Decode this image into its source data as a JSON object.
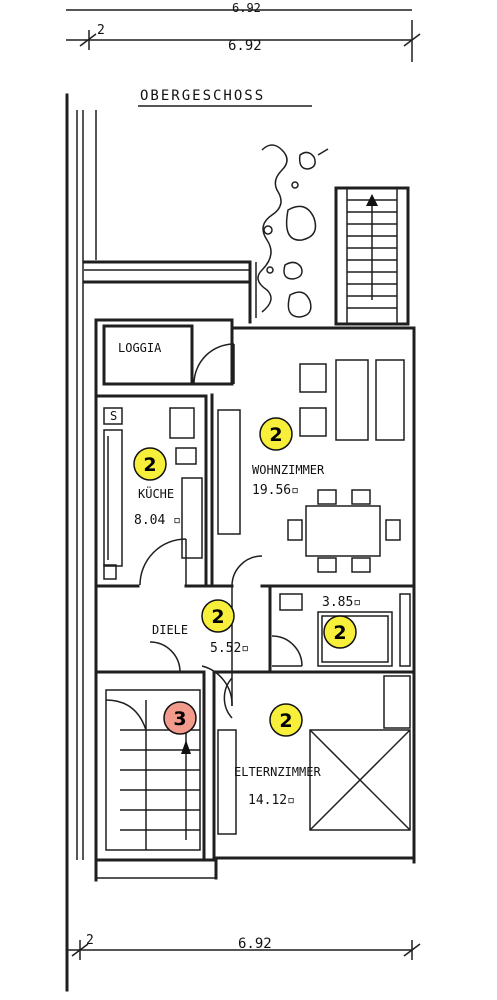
{
  "drawing": {
    "title": "OBERGESCHOSS",
    "dim_top_label": "6.92",
    "dim_top_side": "2",
    "dim_top_cut": "6.92",
    "dim_bottom_label": "6.92",
    "dim_bottom_side": "2",
    "marker_s": "S"
  },
  "rooms": {
    "loggia": {
      "label": "LOGGIA"
    },
    "kueche": {
      "label": "KÜCHE",
      "area": "8.04 ▫"
    },
    "wohnzimmer": {
      "label": "WOHNZIMMER",
      "area": "19.56▫"
    },
    "diele": {
      "label": "DIELE",
      "area": "5.52▫"
    },
    "bad": {
      "area": "3.85▫"
    },
    "elternzimmer": {
      "label": "ELTERNZIMMER",
      "area": "14.12▫"
    }
  },
  "badges": {
    "kueche": {
      "text": "2",
      "color": "#f7ef3a"
    },
    "wohnzimmer": {
      "text": "2",
      "color": "#f7ef3a"
    },
    "diele": {
      "text": "2",
      "color": "#f7ef3a"
    },
    "bad": {
      "text": "2",
      "color": "#f7ef3a"
    },
    "elternzimmer": {
      "text": "2",
      "color": "#f7ef3a"
    },
    "treppe": {
      "text": "3",
      "color": "#f29a8c"
    }
  }
}
